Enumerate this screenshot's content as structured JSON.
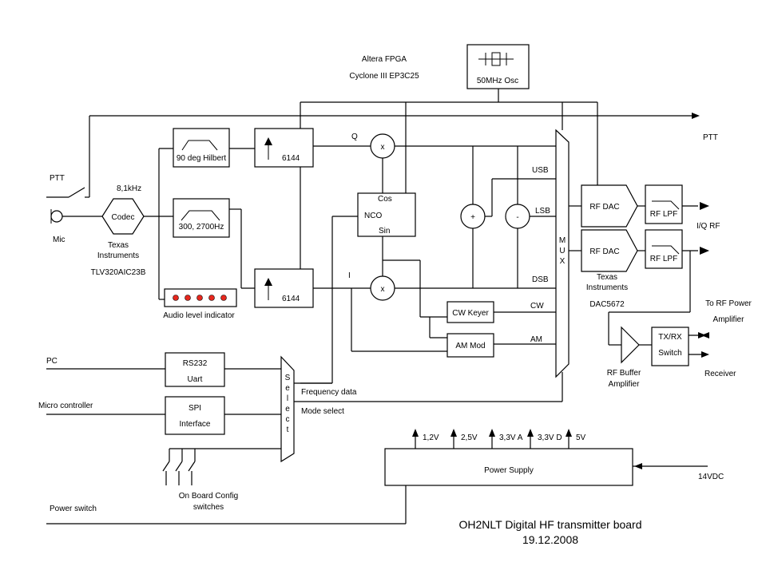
{
  "fpga": {
    "line1": "Altera FPGA",
    "line2": "Cyclone III EP3C25"
  },
  "osc": {
    "label": "50MHz Osc"
  },
  "audio": {
    "ptt": "PTT",
    "mic": "Mic",
    "freq": "8,1kHz",
    "codec": "Codec",
    "codec_vendor1": "Texas",
    "codec_vendor2": "Instruments",
    "codec_part": "TLV320AIC23B",
    "hilbert": "90 deg Hilbert",
    "bandpass": "300, 2700Hz",
    "level_indicator": "Audio level indicator"
  },
  "dsp": {
    "interp": "6144",
    "q_label": "Q",
    "i_label": "I",
    "mixer_symbol": "x",
    "nco": "NCO",
    "cos": "Cos",
    "sin": "Sin",
    "plus": "+",
    "minus": "-",
    "usb": "USB",
    "lsb": "LSB",
    "dsb": "DSB",
    "cw": "CW",
    "am": "AM",
    "cw_keyer": "CW Keyer",
    "am_mod": "AM Mod",
    "mux_letters": [
      "M",
      "U",
      "X"
    ]
  },
  "rf": {
    "dac": "RF DAC",
    "lpf": "RF LPF",
    "dac_vendor1": "Texas",
    "dac_vendor2": "Instruments",
    "dac_part": "DAC5672",
    "ptt_out": "PTT",
    "iq_rf": "I/Q RF",
    "to_rf_power1": "To RF Power",
    "to_rf_power2": "Amplifier",
    "trx1": "TX/RX",
    "trx2": "Switch",
    "receiver": "Receiver",
    "buffer1": "RF Buffer",
    "buffer2": "Amplifier"
  },
  "control": {
    "pc": "PC",
    "micro": "Micro controller",
    "rs232": "RS232",
    "uart": "Uart",
    "spi": "SPI",
    "interface": "Interface",
    "select_letters": [
      "S",
      "e",
      "l",
      "e",
      "c",
      "t"
    ],
    "frequency_data": "Frequency data",
    "mode_select": "Mode select",
    "config1": "On Board Config",
    "config2": "switches",
    "power_switch": "Power switch"
  },
  "power": {
    "supply": "Power Supply",
    "input": "14VDC",
    "rails": [
      "1,2V",
      "2,5V",
      "3,3V A",
      "3,3V D",
      "5V"
    ]
  },
  "title": {
    "line1": "OH2NLT Digital HF transmitter board",
    "line2": "19.12.2008"
  }
}
